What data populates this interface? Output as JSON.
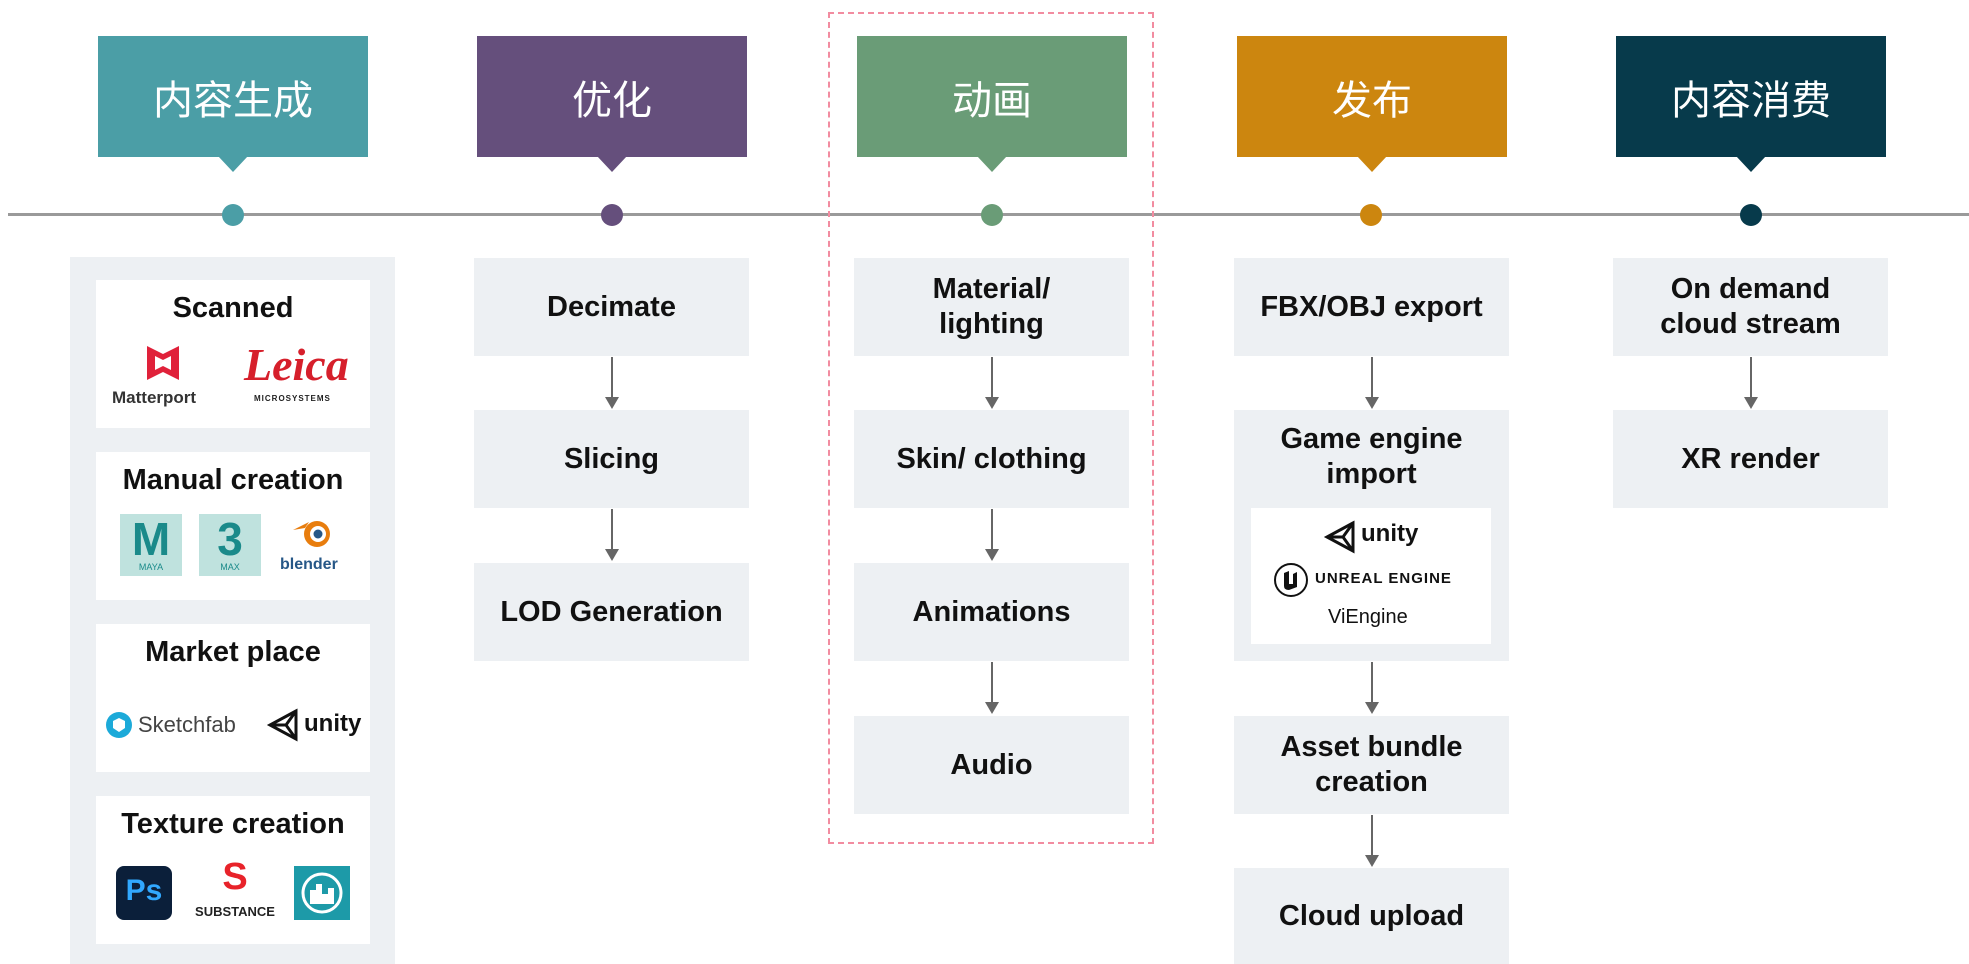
{
  "colors": {
    "teal": "#4b9ea6",
    "purple": "#654f7c",
    "green": "#6a9c77",
    "orange": "#cc860f",
    "navy": "#073a4b",
    "step_bg": "#edf0f3",
    "dash_border": "#f28ca0"
  },
  "stages": [
    {
      "title": "内容生成",
      "color": "#4b9ea6"
    },
    {
      "title": "优化",
      "color": "#654f7c"
    },
    {
      "title": "动画",
      "color": "#6a9c77"
    },
    {
      "title": "发布",
      "color": "#cc860f"
    },
    {
      "title": "内容消费",
      "color": "#073a4b"
    }
  ],
  "sources": [
    {
      "title": "Scanned",
      "logos": [
        "Matterport",
        "Leica",
        "MICROSYSTEMS"
      ]
    },
    {
      "title": "Manual creation",
      "logos": [
        "MAYA",
        "MAX",
        "blender"
      ]
    },
    {
      "title": "Market place",
      "logos": [
        "Sketchfab",
        "unity"
      ]
    },
    {
      "title": "Texture creation",
      "logos": [
        "Ps",
        "SUBSTANCE"
      ]
    }
  ],
  "optimization_steps": [
    "Decimate",
    "Slicing",
    "LOD Generation"
  ],
  "animation_steps": [
    "Material/\nlighting",
    "Skin/ clothing",
    "Animations",
    "Audio"
  ],
  "publish_steps": [
    "FBX/OBJ export",
    "Game engine\nimport",
    "Asset bundle\ncreation",
    "Cloud upload"
  ],
  "engines": [
    "unity",
    "UNREAL ENGINE",
    "ViEngine"
  ],
  "consumption_steps": [
    "On demand\ncloud stream",
    "XR render"
  ]
}
